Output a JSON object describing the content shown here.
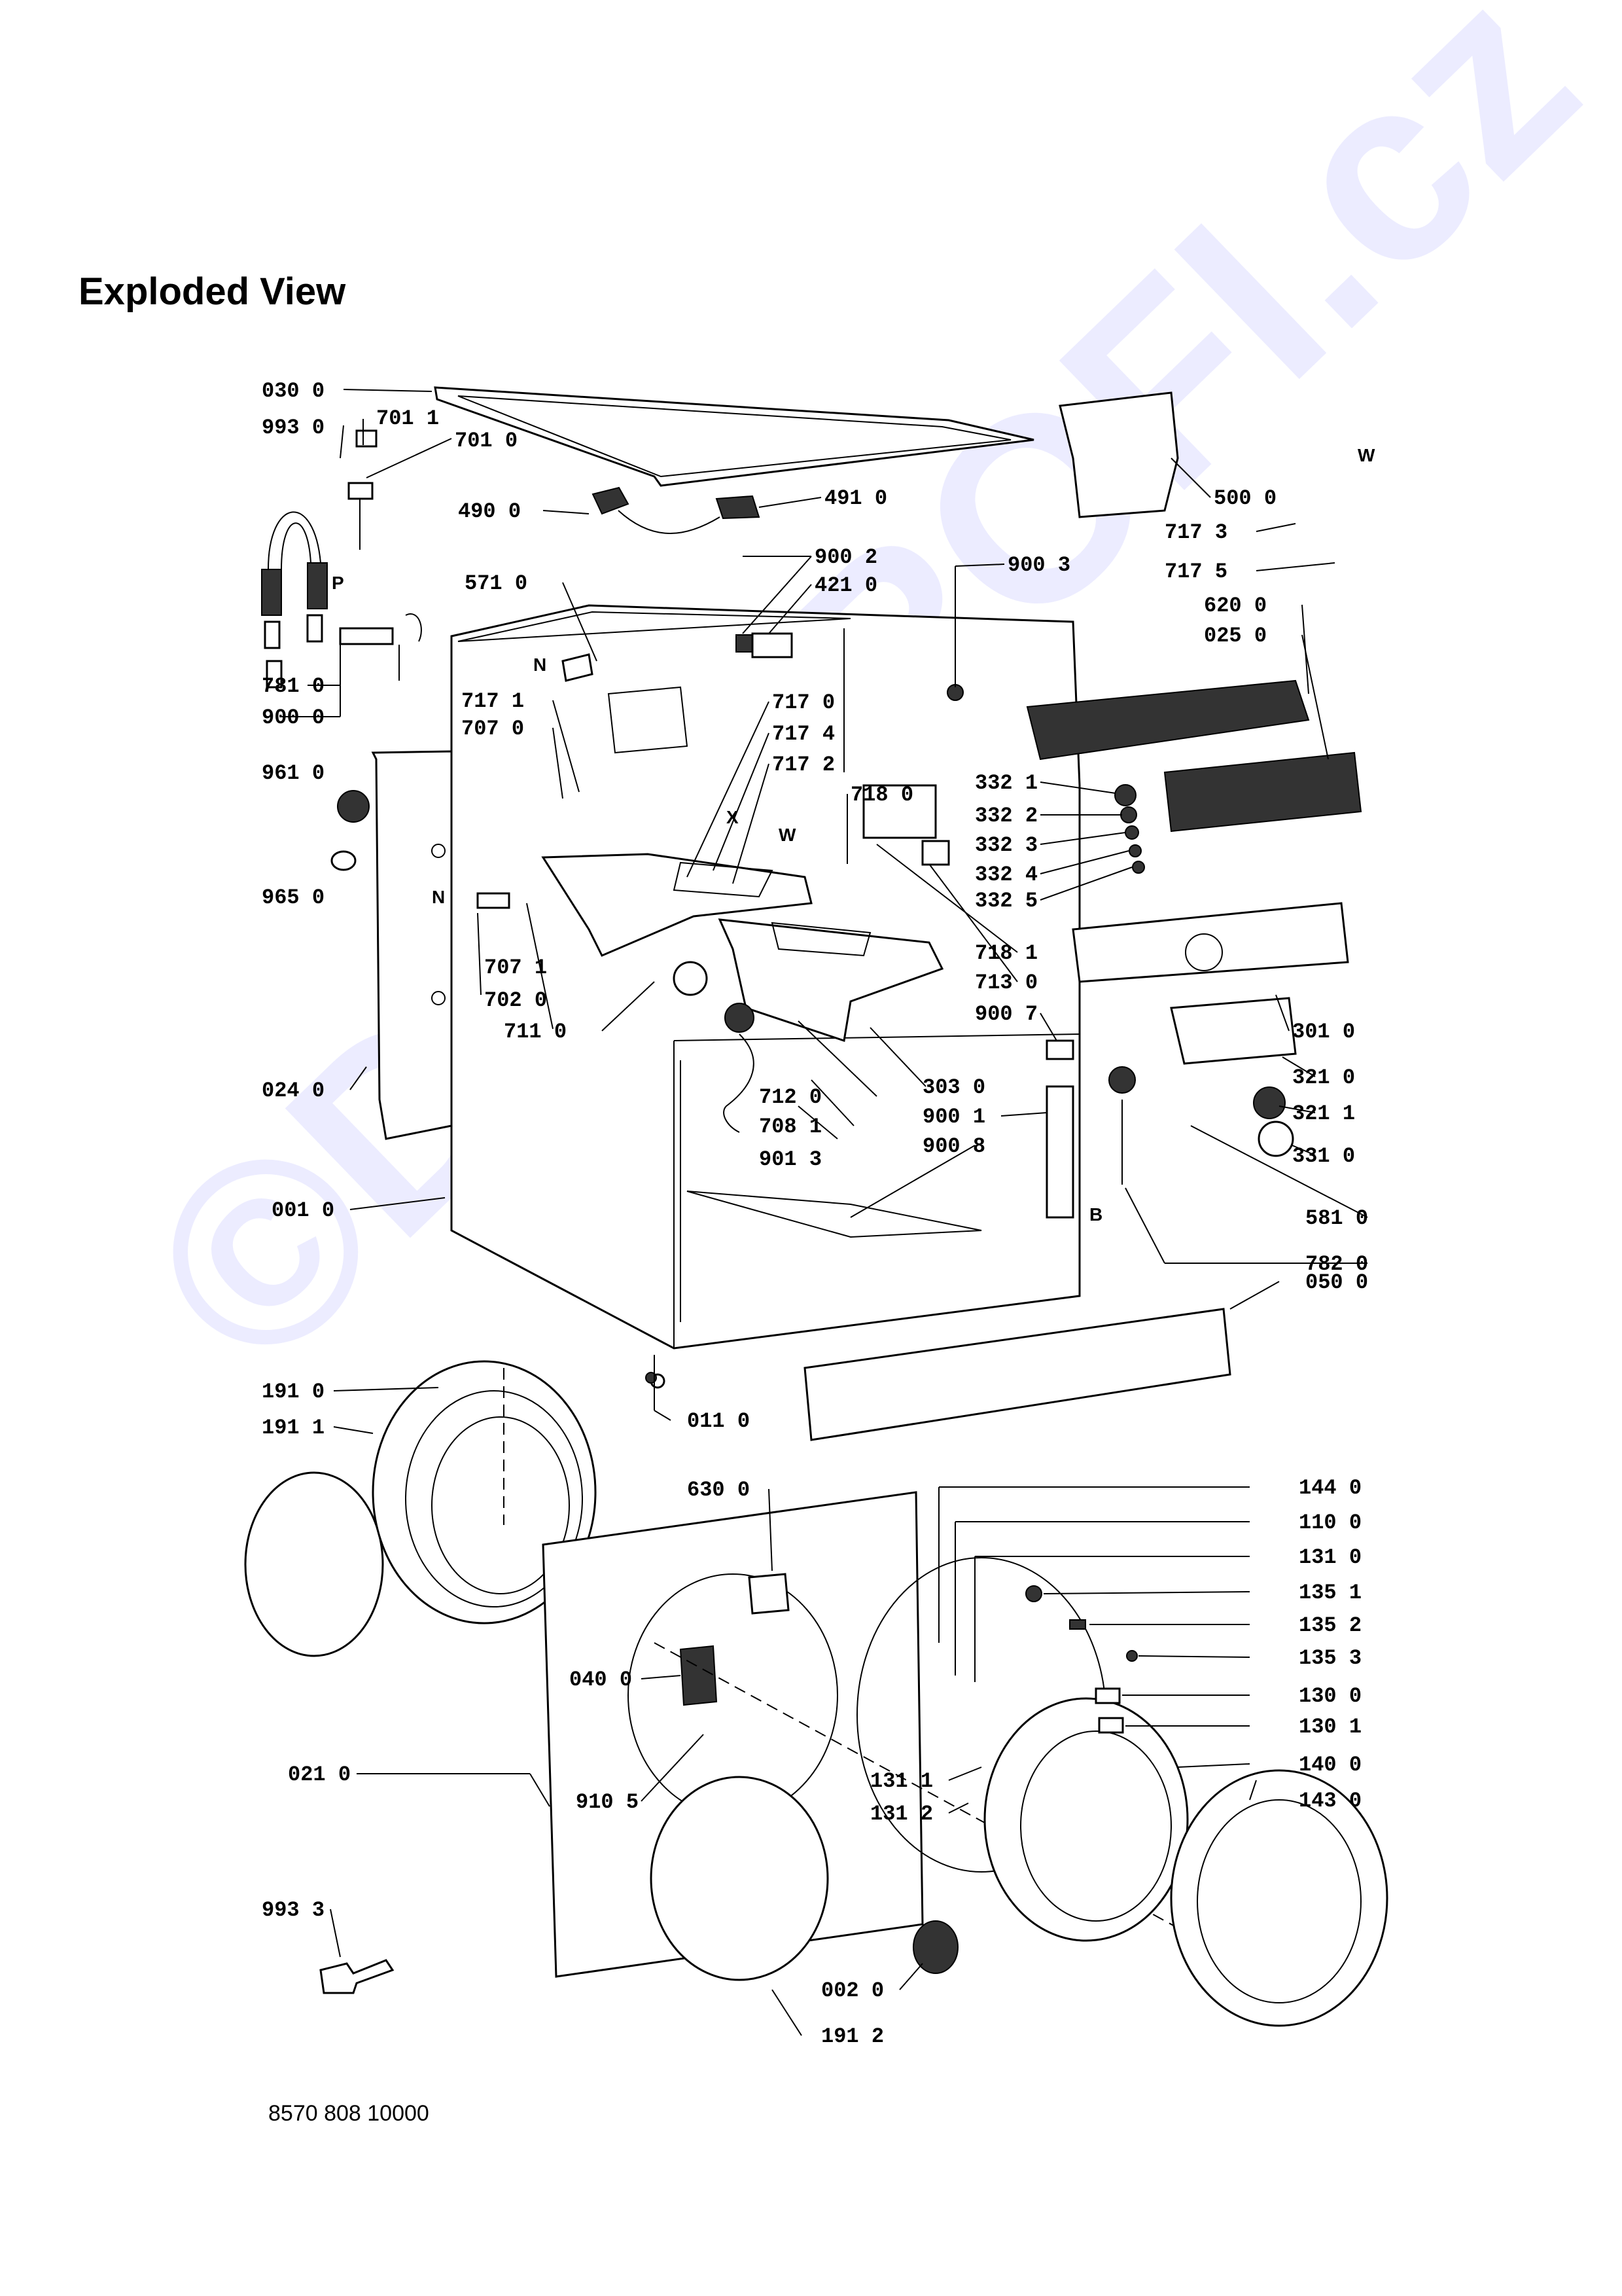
{
  "title": "Exploded View",
  "document_number": "8570 808 10000",
  "watermark": "©DIY-PROFI.cz",
  "markers": [
    "P",
    "N",
    "N",
    "X",
    "W",
    "W",
    "B"
  ],
  "part_labels": [
    "030 0",
    "993 0",
    "701 1",
    "701 0",
    "490 0",
    "491 0",
    "500 0",
    "717 3",
    "717 5",
    "620 0",
    "025 0",
    "571 0",
    "900 2",
    "421 0",
    "900 3",
    "781 0",
    "900 0",
    "717 1",
    "707 0",
    "717 0",
    "717 4",
    "717 2",
    "718 0",
    "961 0",
    "965 0",
    "332 1",
    "332 2",
    "332 3",
    "332 4",
    "332 5",
    "718 1",
    "713 0",
    "707 1",
    "702 0",
    "711 0",
    "900 7",
    "301 0",
    "321 0",
    "321 1",
    "331 0",
    "024 0",
    "712 0",
    "303 0",
    "708 1",
    "900 1",
    "901 3",
    "900 8",
    "581 0",
    "782 0",
    "001 0",
    "050 0",
    "191 0",
    "191 1",
    "011 0",
    "144 0",
    "630 0",
    "110 0",
    "131 0",
    "135 1",
    "135 2",
    "135 3",
    "040 0",
    "130 0",
    "130 1",
    "140 0",
    "143 0",
    "021 0",
    "910 5",
    "131 1",
    "131 2",
    "993 3",
    "002 0",
    "191 2"
  ]
}
